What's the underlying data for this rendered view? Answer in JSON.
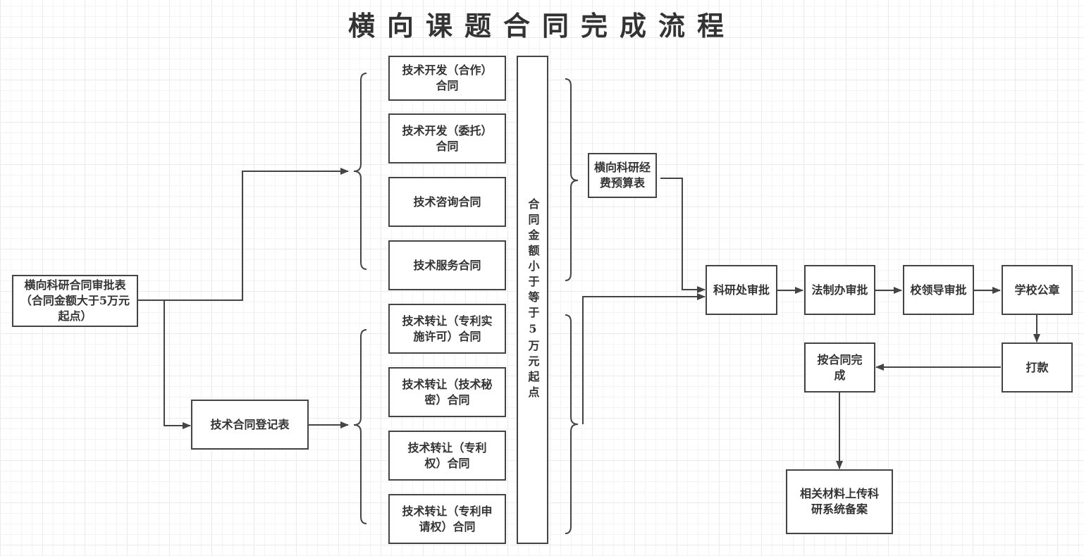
{
  "title": "横向课题合同完成流程",
  "nodes": {
    "start": "横向科研合同审批表（合同金额大于5万元起点）",
    "register": "技术合同登记表",
    "dev_coop": "技术开发（合作）合同",
    "dev_entrust": "技术开发（委托）合同",
    "consult": "技术咨询合同",
    "service": "技术服务合同",
    "transfer_license": "技术转让（专利实施许可）合同",
    "transfer_secret": "技术转让（技术秘密）合同",
    "transfer_patent": "技术转让（专利权）合同",
    "transfer_apply": "技术转让（专利申请权）合同",
    "small_amount": "合同金额小于等于5万元起点",
    "budget": "横向科研经费预算表",
    "research_office": "科研处审批",
    "legal_office": "法制办审批",
    "leader": "校领导审批",
    "seal": "学校公章",
    "payment": "打款",
    "complete": "按合同完成",
    "archive": "相关材料上传科研系统备案"
  },
  "colors": {
    "line": "#444444",
    "text": "#333333",
    "grid": "#ebebeb"
  }
}
